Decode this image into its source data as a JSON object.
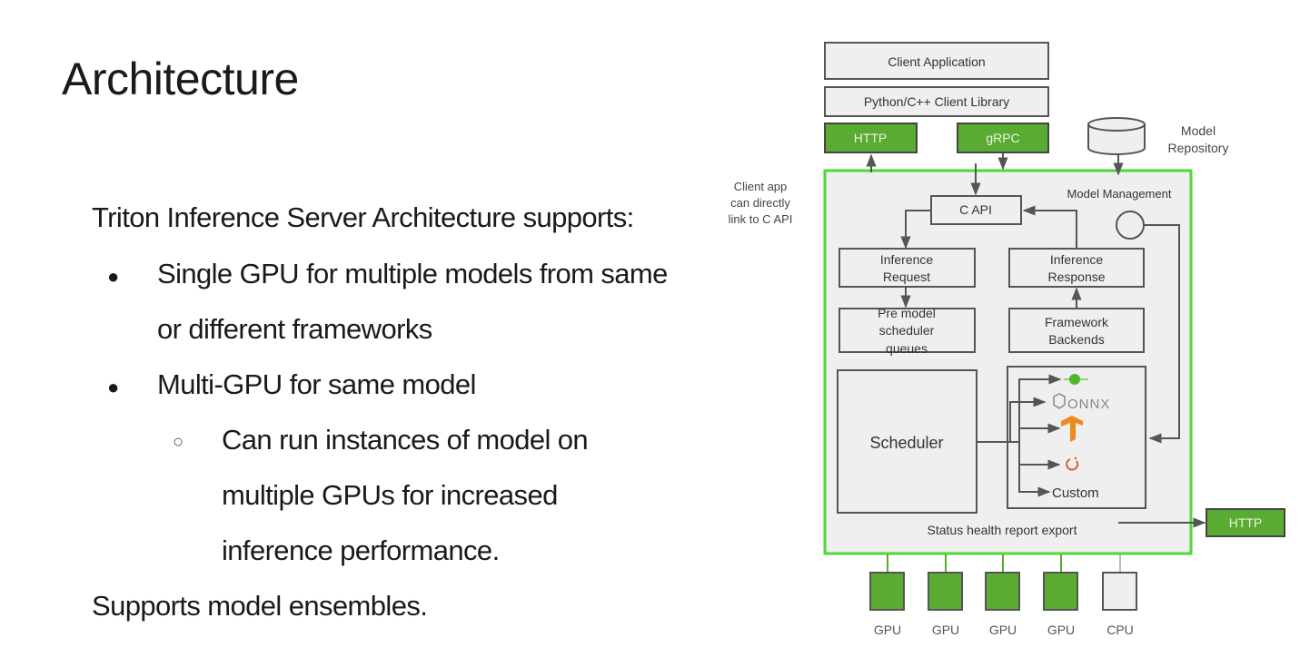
{
  "slide": {
    "title": "Architecture",
    "intro": "Triton Inference Server Architecture supports:",
    "bullets": [
      {
        "lines": [
          "Single GPU for multiple models from same",
          "or different frameworks"
        ]
      },
      {
        "lines": [
          "Multi-GPU for same model"
        ],
        "sub": [
          {
            "lines": [
              "Can run  instances of model on",
              "multiple GPUs for increased",
              "inference performance."
            ]
          }
        ]
      }
    ],
    "footer": "Supports model ensembles."
  },
  "diagram": {
    "colors": {
      "accent_green": "#5aab32",
      "border_green": "#4cd937",
      "box_fill": "#efefef",
      "stroke": "#555555"
    },
    "client_application": "Client Application",
    "client_library": "Python/C++ Client Library",
    "http_in": "HTTP",
    "grpc": "gRPC",
    "model_repository": [
      "Model",
      "Repository"
    ],
    "client_note": [
      "Client app",
      "can directly",
      "link to C API"
    ],
    "model_management": "Model Management",
    "c_api": "C API",
    "inference_request": [
      "Inference",
      "Request"
    ],
    "inference_response": [
      "Inference",
      "Response"
    ],
    "pre_model_queues": [
      "Pre model",
      "scheduler",
      "queues"
    ],
    "framework_backends": [
      "Framework",
      "Backends"
    ],
    "scheduler": "Scheduler",
    "backends": [
      {
        "name": "tensorrt-icon",
        "label": ""
      },
      {
        "name": "onnx-icon",
        "label": "ONNX"
      },
      {
        "name": "tensorflow-icon",
        "label": ""
      },
      {
        "name": "pytorch-icon",
        "label": ""
      },
      {
        "name": "custom",
        "label": "Custom"
      }
    ],
    "status_export": "Status health report export",
    "http_out": "HTTP",
    "devices": [
      "GPU",
      "GPU",
      "GPU",
      "GPU",
      "CPU"
    ]
  }
}
